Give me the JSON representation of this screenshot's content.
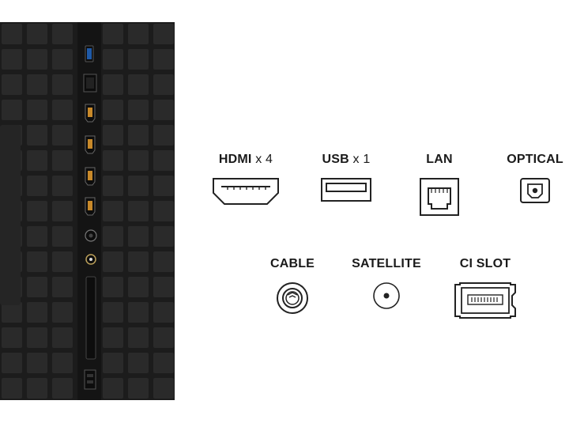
{
  "ports_row1": [
    {
      "id": "hdmi",
      "name": "HDMI",
      "qty": "x 4",
      "icon": "hdmi-port-icon"
    },
    {
      "id": "usb",
      "name": "USB",
      "qty": "x 1",
      "icon": "usb-port-icon"
    },
    {
      "id": "lan",
      "name": "LAN",
      "qty": "",
      "icon": "lan-port-icon"
    },
    {
      "id": "optical",
      "name": "OPTICAL",
      "qty": "",
      "icon": "optical-port-icon"
    }
  ],
  "ports_row2": [
    {
      "id": "cable",
      "name": "CABLE",
      "qty": "",
      "icon": "cable-port-icon"
    },
    {
      "id": "satellite",
      "name": "SATELLITE",
      "qty": "",
      "icon": "satellite-port-icon"
    },
    {
      "id": "ci_slot",
      "name": "CI SLOT",
      "qty": "",
      "icon": "ci-slot-icon"
    }
  ],
  "colors": {
    "panel": "#1c1c1c",
    "grid_cell": "#2a2a2a",
    "icon_stroke": "#222222",
    "label": "#1a1a1a"
  }
}
